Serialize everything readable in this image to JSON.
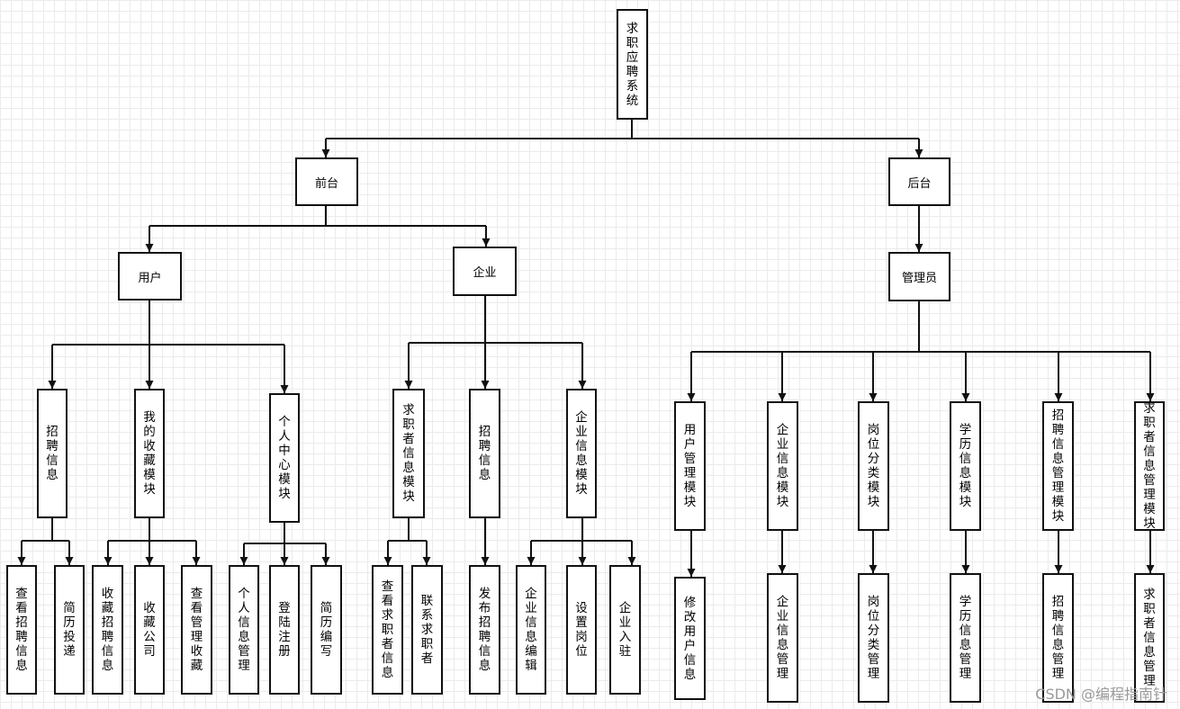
{
  "nodes": {
    "root": "求职应聘系统",
    "front": "前台",
    "back": "后台",
    "user": "用户",
    "company": "企业",
    "admin": "管理员",
    "u1": "招聘信息",
    "u2": "我的收藏模块",
    "u3": "个人中心模块",
    "c1": "求职者信息模块",
    "c2": "招聘信息",
    "c3": "企业信息模块",
    "a1": "用户管理模块",
    "a2": "企业信息模块",
    "a3": "岗位分类模块",
    "a4": "学历信息模块",
    "a5": "招聘信息管理模块",
    "a6": "求职者信息管理模块",
    "u1a": "查看招聘信息",
    "u1b": "简历投递",
    "u2a": "收藏招聘信息",
    "u2b": "收藏公司",
    "u2c": "查看管理收藏",
    "u3a": "个人信息管理",
    "u3b": "登陆注册",
    "u3c": "简历编写",
    "c1a": "查看求职者信息",
    "c1b": "联系求职者",
    "c2a": "发布招聘信息",
    "c3a": "企业信息编辑",
    "c3b": "设置岗位",
    "c3c": "企业入驻",
    "a1a": "修改用户信息",
    "a2a": "企业信息管理",
    "a3a": "岗位分类管理",
    "a4a": "学历信息管理",
    "a5a": "招聘信息管理",
    "a6a": "求职者信息管理"
  },
  "watermark": "CSDN @编程指南针"
}
